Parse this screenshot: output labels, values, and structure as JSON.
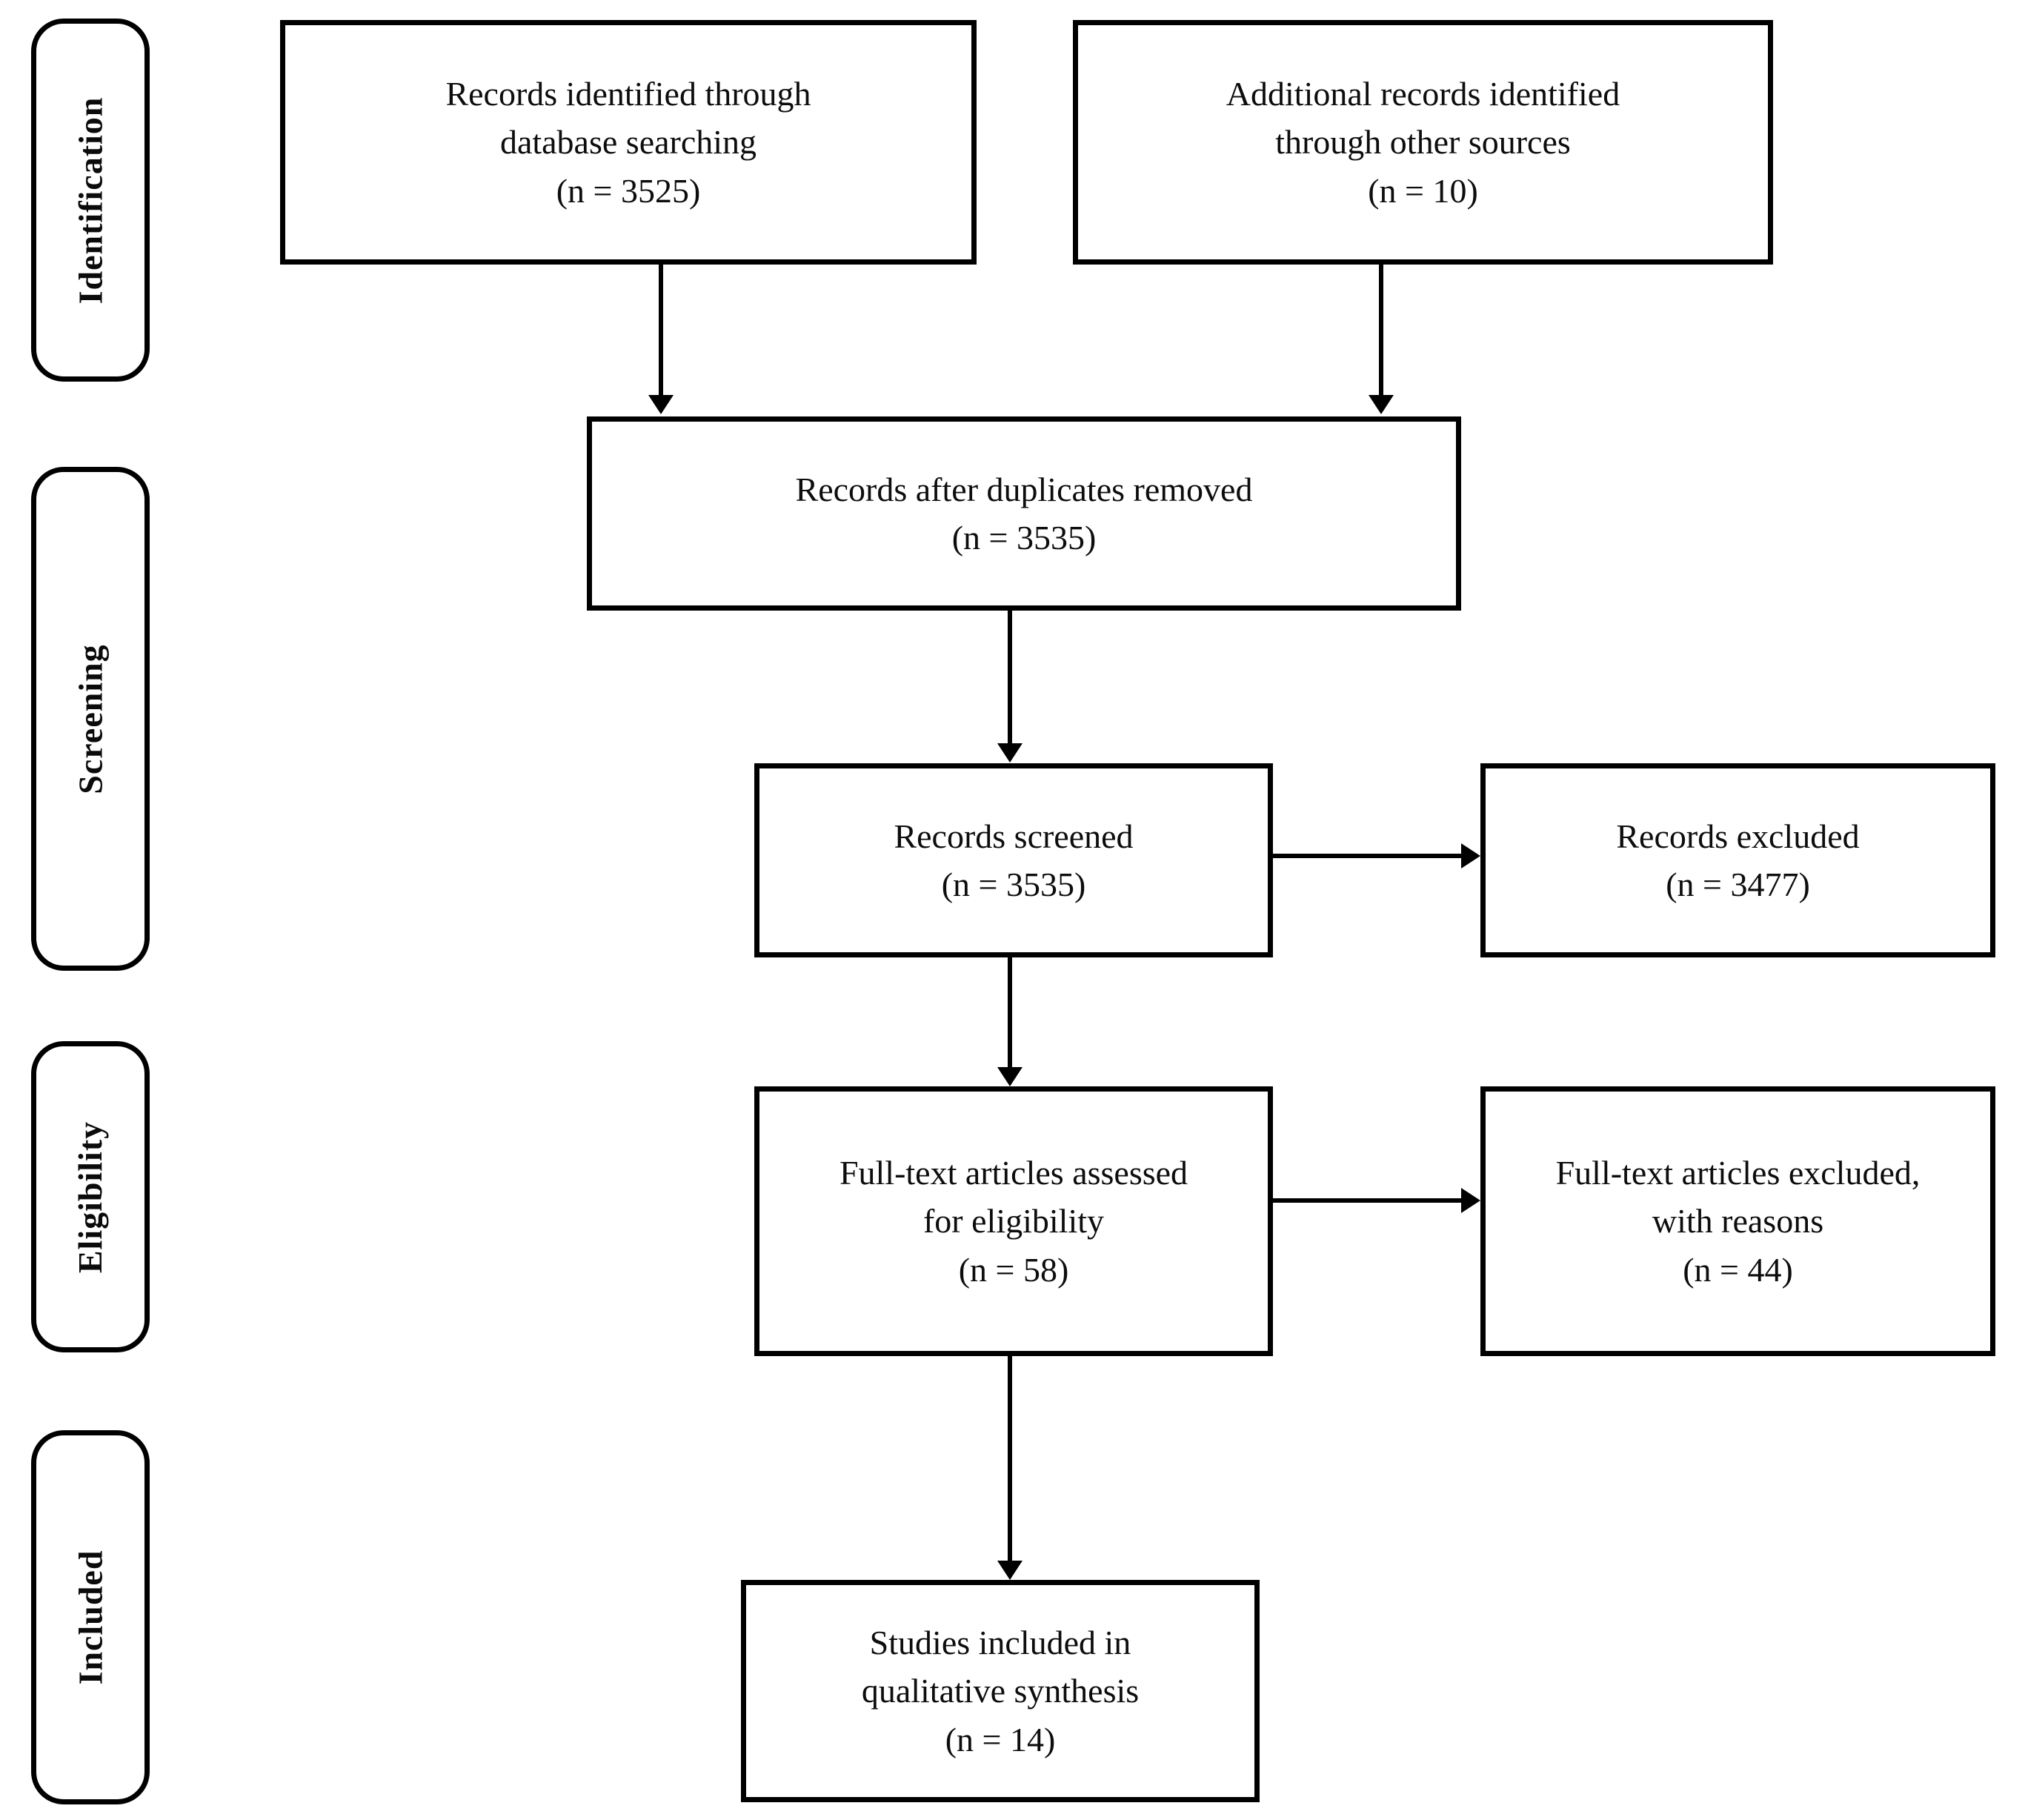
{
  "diagram": {
    "type": "prisma-flow-diagram",
    "title": "PRISMA study selection flow diagram",
    "colors": {
      "stroke": "#000000",
      "background": "#ffffff",
      "text": "#0d0d0d"
    },
    "phases": [
      {
        "id": "identification",
        "label": "Identification"
      },
      {
        "id": "screening",
        "label": "Screening"
      },
      {
        "id": "eligibility",
        "label": "Eligibility"
      },
      {
        "id": "included",
        "label": "Included"
      }
    ],
    "boxes": [
      {
        "id": "records-identified-database",
        "lines": [
          "Records identified  through",
          "database  searching",
          "(n = 3525)"
        ],
        "text": "Records identified  through\ndatabase  searching\n(n = 3525)",
        "n": 3525
      },
      {
        "id": "additional-records-other-sources",
        "lines": [
          "Additional  records identified",
          "through other  sources",
          "(n = 10)"
        ],
        "text": "Additional  records identified\nthrough other  sources\n(n = 10)",
        "n": 10
      },
      {
        "id": "records-after-duplicates-removed",
        "lines": [
          "Records after  duplicates  removed",
          "(n = 3535)"
        ],
        "text": "Records after  duplicates  removed\n(n = 3535)",
        "n": 3535
      },
      {
        "id": "records-screened",
        "lines": [
          "Records screened",
          "(n = 3535)"
        ],
        "text": "Records screened\n(n = 3535)",
        "n": 3535
      },
      {
        "id": "records-excluded",
        "lines": [
          "Records excluded",
          "(n = 3477)"
        ],
        "text": "Records excluded\n(n = 3477)",
        "n": 3477
      },
      {
        "id": "full-text-assessed",
        "lines": [
          "Full-text articles assessed",
          "for eligibility",
          "(n = 58)"
        ],
        "text": "Full-text articles assessed\nfor eligibility\n(n = 58)",
        "n": 58
      },
      {
        "id": "full-text-excluded",
        "lines": [
          "Full-text articles excluded,",
          "with reasons",
          "(n = 44)"
        ],
        "text": "Full-text articles excluded,\nwith reasons\n(n = 44)",
        "n": 44
      },
      {
        "id": "studies-included-qualitative",
        "lines": [
          "Studies included  in",
          "qualitative  synthesis",
          "(n = 14)"
        ],
        "text": "Studies included  in\nqualitative  synthesis\n(n = 14)",
        "n": 14
      }
    ],
    "connectors": [
      {
        "id": "db-to-dedup",
        "from": "records-identified-database",
        "to": "records-after-duplicates-removed",
        "direction": "down"
      },
      {
        "id": "other-to-dedup",
        "from": "additional-records-other-sources",
        "to": "records-after-duplicates-removed",
        "direction": "down"
      },
      {
        "id": "dedup-to-screened",
        "from": "records-after-duplicates-removed",
        "to": "records-screened",
        "direction": "down"
      },
      {
        "id": "screened-to-excluded",
        "from": "records-screened",
        "to": "records-excluded",
        "direction": "right"
      },
      {
        "id": "screened-to-fulltext",
        "from": "records-screened",
        "to": "full-text-assessed",
        "direction": "down"
      },
      {
        "id": "fulltext-to-excluded",
        "from": "full-text-assessed",
        "to": "full-text-excluded",
        "direction": "right"
      },
      {
        "id": "fulltext-to-included",
        "from": "full-text-assessed",
        "to": "studies-included-qualitative",
        "direction": "down"
      }
    ]
  }
}
